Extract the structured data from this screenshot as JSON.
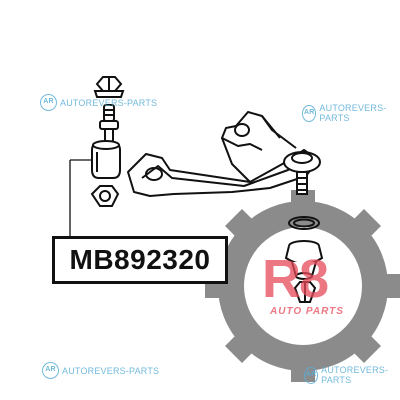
{
  "part_number": "MB892320",
  "watermark": {
    "icon_letters": "AR",
    "text": "AUTOREVERS-PARTS"
  },
  "logo": {
    "main": "R8",
    "sub": "AUTO PARTS",
    "color": "#e64a5a",
    "gear_color": "#6b6b6b"
  },
  "colors": {
    "line": "#111111",
    "watermark": "#5aaed6"
  }
}
